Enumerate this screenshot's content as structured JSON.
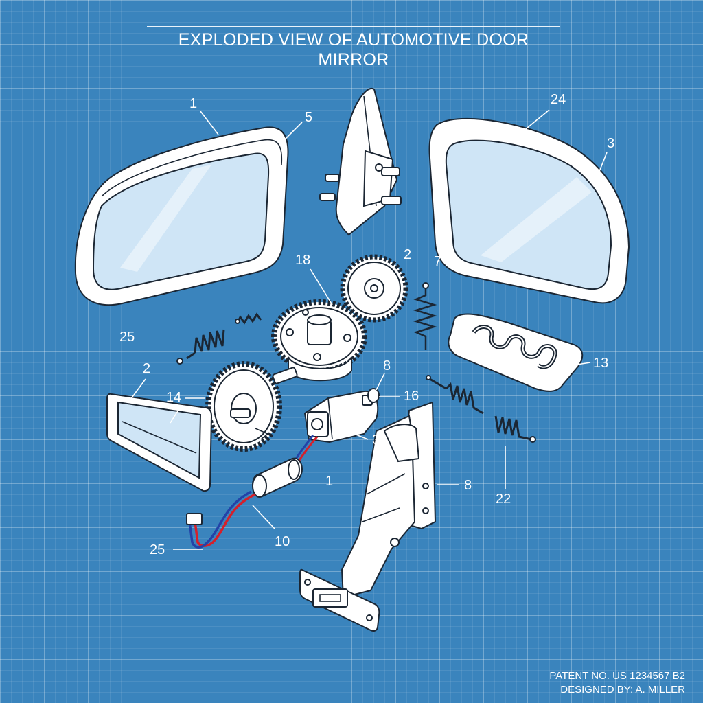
{
  "title": "EXPLODED VIEW OF AUTOMOTIVE DOOR MIRROR",
  "callouts": {
    "c1_top": "1",
    "c5": "5",
    "c24": "24",
    "c3_top": "3",
    "c18": "18",
    "c2_mid": "2",
    "c7": "7",
    "c25_left": "25",
    "c13": "13",
    "c2_left": "2",
    "c14": "14",
    "c8_mid": "8",
    "c16": "16",
    "c3_mid": "3",
    "c1_mid": "1",
    "c8_right": "8",
    "c22": "22",
    "c25_bottom": "25",
    "c10": "10"
  },
  "footer": {
    "patent": "PATENT NO. US 1234567 B2",
    "designer": "DESIGNED BY: A. MILLER"
  },
  "colors": {
    "background": "#3a84bd",
    "ink": "#1b2633",
    "glass": "#cfe5f6",
    "wire_red": "#d4202c",
    "wire_blue": "#2343a8"
  }
}
